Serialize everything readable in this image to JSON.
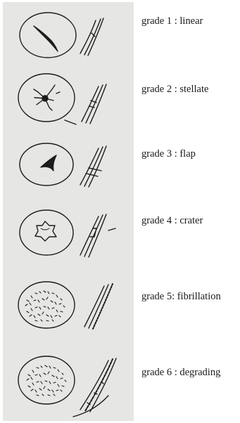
{
  "grades": [
    {
      "label": "grade 1 : linear"
    },
    {
      "label": "grade 2 : stellate"
    },
    {
      "label": "grade 3 : flap"
    },
    {
      "label": "grade 4 : crater"
    },
    {
      "label": "grade 5: fibrillation"
    },
    {
      "label": "grade 6 : degrading"
    }
  ],
  "colors": {
    "ink": "#1c1c1c",
    "paper": "#e6e6e4"
  }
}
